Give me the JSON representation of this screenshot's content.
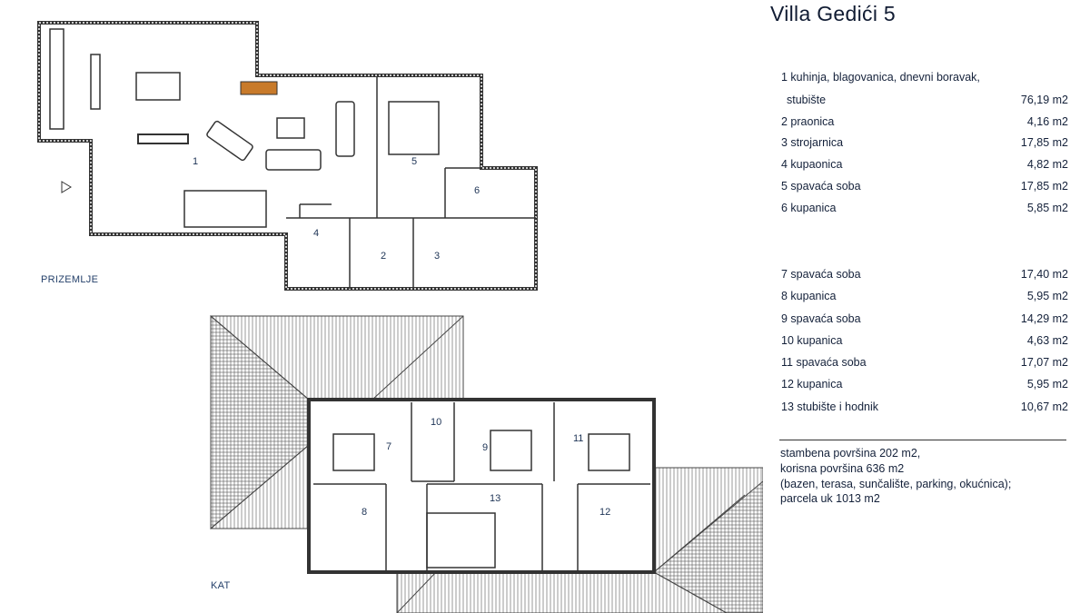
{
  "title": "Villa Gedići 5",
  "ground_floor": {
    "label": "PRIZEMLJE",
    "room_numbers": [
      "1",
      "2",
      "3",
      "4",
      "5",
      "6"
    ]
  },
  "upper_floor": {
    "label": "KAT",
    "room_numbers": [
      "7",
      "8",
      "9",
      "10",
      "11",
      "12",
      "13"
    ]
  },
  "rooms_group1": [
    {
      "label": "1   kuhinja, blagovanica, dnevni boravak,",
      "value": ""
    },
    {
      "label": "    stubište",
      "value": "76,19 m2"
    },
    {
      "label": "2  praonica",
      "value": "4,16 m2"
    },
    {
      "label": "3 strojarnica",
      "value": "17,85 m2"
    },
    {
      "label": "4  kupaonica",
      "value": "4,82 m2"
    },
    {
      "label": "5  spavaća soba",
      "value": "17,85 m2"
    },
    {
      "label": "6  kupanica",
      "value": "5,85 m2"
    }
  ],
  "rooms_group2": [
    {
      "label": "7  spavaća soba",
      "value": "17,40  m2"
    },
    {
      "label": "8  kupanica",
      "value": "5,95 m2"
    },
    {
      "label": "9 spavaća soba",
      "value": "14,29 m2"
    },
    {
      "label": "10 kupanica",
      "value": "4,63 m2"
    },
    {
      "label": "11 spavaća soba",
      "value": "17,07 m2"
    },
    {
      "label": "12 kupanica",
      "value": "5,95 m2"
    },
    {
      "label": "13 stubište i hodnik",
      "value": "10,67 m2"
    }
  ],
  "summary": [
    "stambena površina 202 m2,",
    "korisna površina 636 m2",
    "(bazen, terasa, sunčalište, parking, okućnica);",
    "parcela uk 1013 m2"
  ],
  "colors": {
    "text": "#14213a",
    "fireplace": "#c87a2a"
  }
}
